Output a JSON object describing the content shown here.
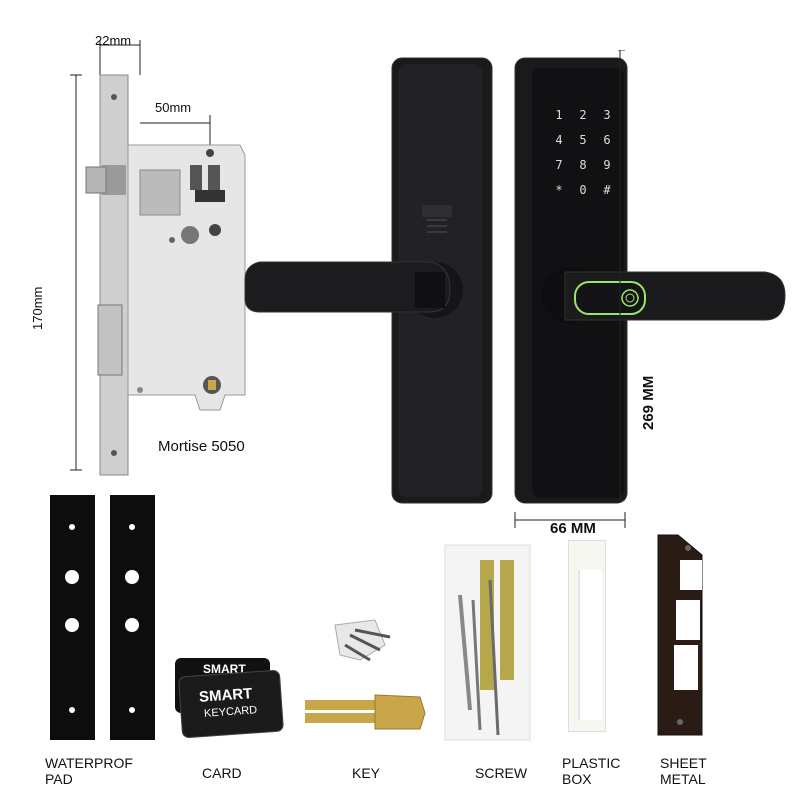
{
  "dimensions": {
    "mortise_width": "22mm",
    "backset": "50mm",
    "mortise_height": "170mm",
    "lock_height": "269 MM",
    "lock_width": "66 MM"
  },
  "mortise_label": "Mortise 5050",
  "keypad": {
    "keys": [
      "1",
      "2",
      "3",
      "4",
      "5",
      "6",
      "7",
      "8",
      "9",
      "*",
      "0",
      "#"
    ]
  },
  "accessories": [
    {
      "id": "pad",
      "label": "WATERPROF PAD"
    },
    {
      "id": "card",
      "label": "CARD"
    },
    {
      "id": "key",
      "label": "KEY"
    },
    {
      "id": "screw",
      "label": "SCREW"
    },
    {
      "id": "box",
      "label": "PLASTIC BOX"
    },
    {
      "id": "metal",
      "label": "SHEET METAL"
    }
  ],
  "card_text": {
    "back": "SMART",
    "front_line1": "SMART",
    "front_line2": "KEYCARD"
  },
  "colors": {
    "lock_body": "#1a1a1c",
    "steel": "#d9d9d9",
    "fingerprint_accent": "#9be36a",
    "brass": "#c9a64a"
  }
}
